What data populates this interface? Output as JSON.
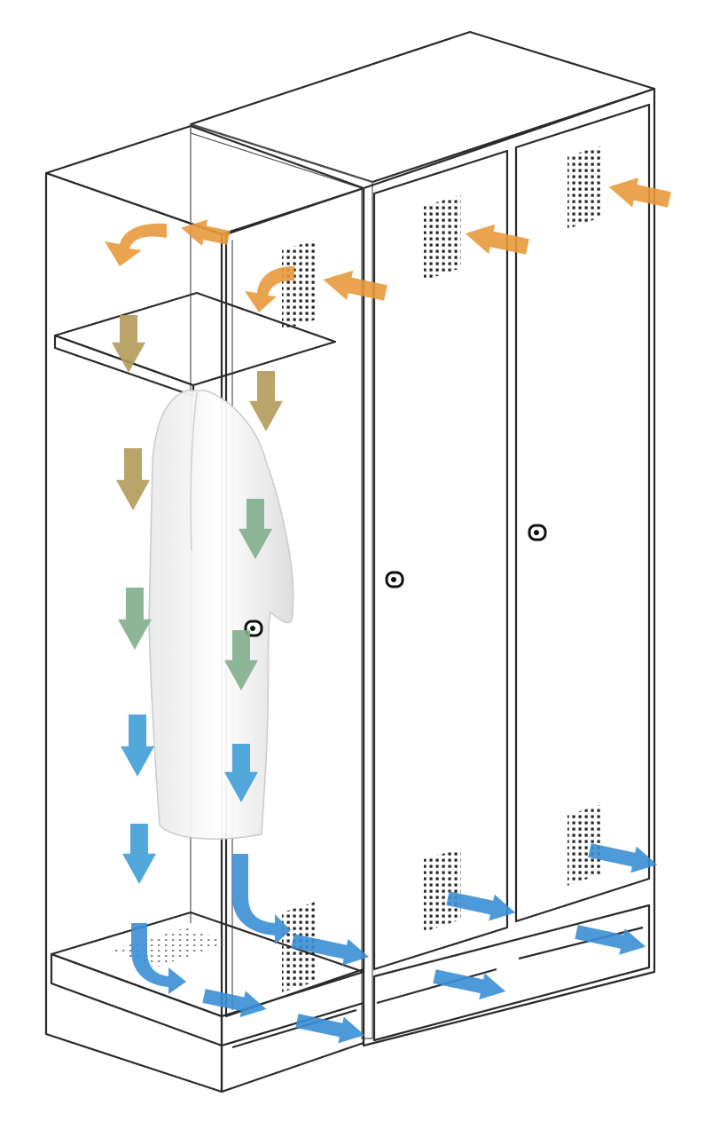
{
  "colors": {
    "intake": "#e89a3c",
    "downflow_top": "#b49a5a",
    "downflow_mid": "#7fae8c",
    "downflow_low": "#3f9fd6",
    "exhaust": "#3b8fd4",
    "steel_light": "#e6e9ec",
    "steel_dark": "#a9b0b6",
    "glass": "#f4f7f9",
    "outline": "#2a2a2a"
  },
  "icons": {
    "lock": "keyhole-lock-icon",
    "vent": "perforated-vent-icon",
    "airflow": "airflow-arrow-icon"
  },
  "diagram": {
    "cabinets": [
      "transparent-locker",
      "closed-locker-left",
      "closed-locker-right"
    ],
    "arrow_groups": [
      "intake",
      "downflow",
      "exhaust"
    ]
  }
}
